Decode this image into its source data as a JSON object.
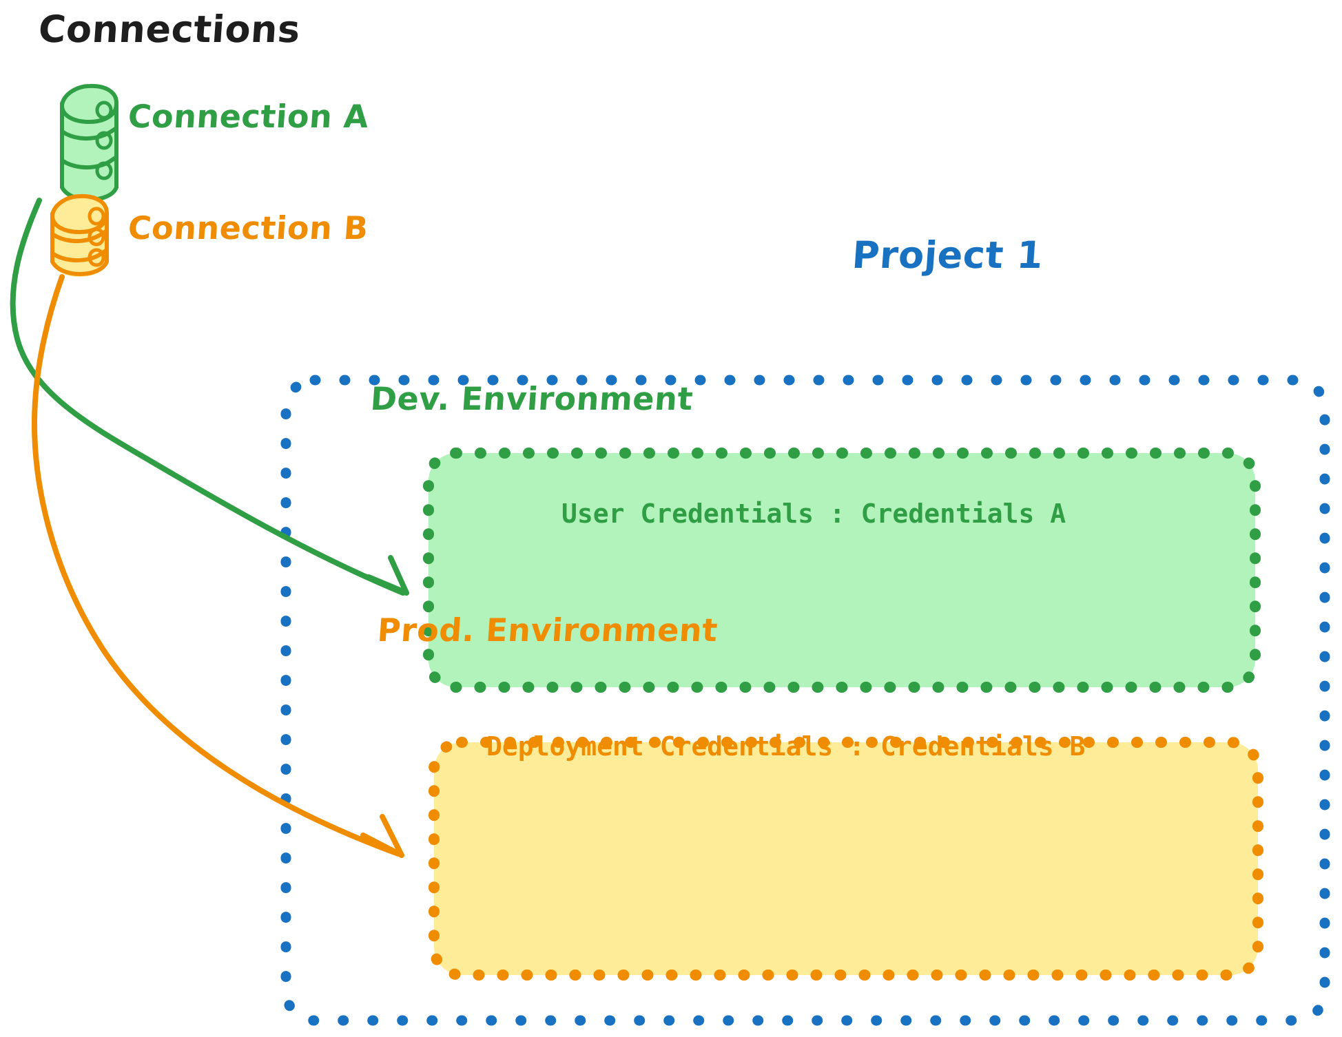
{
  "diagram": {
    "title": "Connections",
    "title_color": "#1e1e1e",
    "background": "#ffffff"
  },
  "connections": [
    {
      "id": "connection-a",
      "label": "Connection A",
      "icon": "database-icon",
      "stroke": "#2f9e44",
      "fill": "#b2f2bb",
      "arrow_to": "dev-environment"
    },
    {
      "id": "connection-b",
      "label": "Connection B",
      "icon": "database-icon",
      "stroke": "#f08c00",
      "fill": "#ffec99",
      "arrow_to": "prod-environment"
    }
  ],
  "project": {
    "label": "Project 1",
    "color": "#1971c2",
    "border_style": "dotted",
    "environments": [
      {
        "id": "dev-environment",
        "title": "Dev. Environment",
        "credentials_label": "User Credentials : Credentials A",
        "stroke": "#2f9e44",
        "fill": "#b2f2bb",
        "border_style": "dotted"
      },
      {
        "id": "prod-environment",
        "title": "Prod. Environment",
        "credentials_label": "Deployment Credentials : Credentials B",
        "stroke": "#f08c00",
        "fill": "#ffec99",
        "border_style": "dotted"
      }
    ]
  }
}
